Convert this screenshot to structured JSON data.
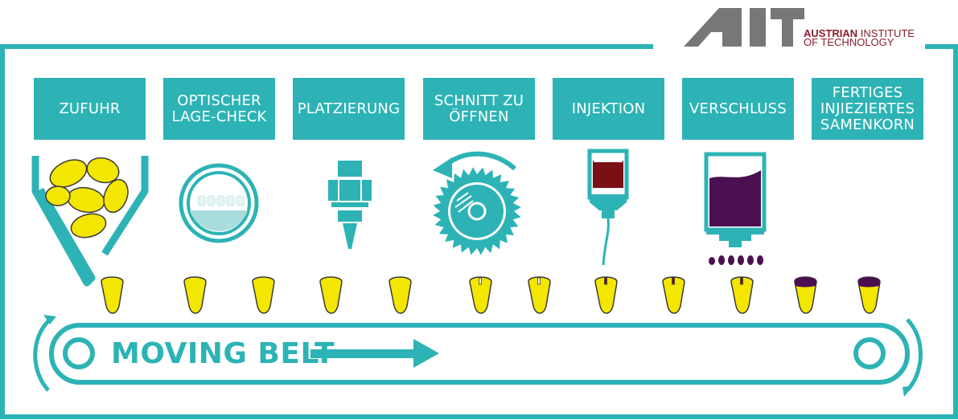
{
  "brand": {
    "logo_text": "AIT",
    "name_bold": "AUSTRIAN",
    "name_rest": " INSTITUTE",
    "name_line2": "OF TECHNOLOGY"
  },
  "steps": [
    {
      "label": "ZUFUHR"
    },
    {
      "label": "OPTISCHER\nLAGE-CHECK"
    },
    {
      "label": "PLATZIERUNG"
    },
    {
      "label": "SCHNITT ZU\nÖFFNEN"
    },
    {
      "label": "INJEKTION"
    },
    {
      "label": "VERSCHLUSS"
    },
    {
      "label": "FERTIGES\nINJIEZIERTES\nSAMENKORN"
    }
  ],
  "belt": {
    "label": "MOVING BELT"
  },
  "colors": {
    "teal": "#2db3b5",
    "seed": "#f3e600",
    "seed_outline": "#3a3a3a",
    "injection": "#7a1016",
    "sealant": "#4b1050",
    "brand": "#8a1e2c",
    "logo_gray": "#777777"
  },
  "icons": [
    "hopper-icon",
    "optical-check-icon",
    "nozzle-icon",
    "saw-blade-icon",
    "injection-bag-icon",
    "sealant-dispenser-icon",
    "belt-icon"
  ]
}
